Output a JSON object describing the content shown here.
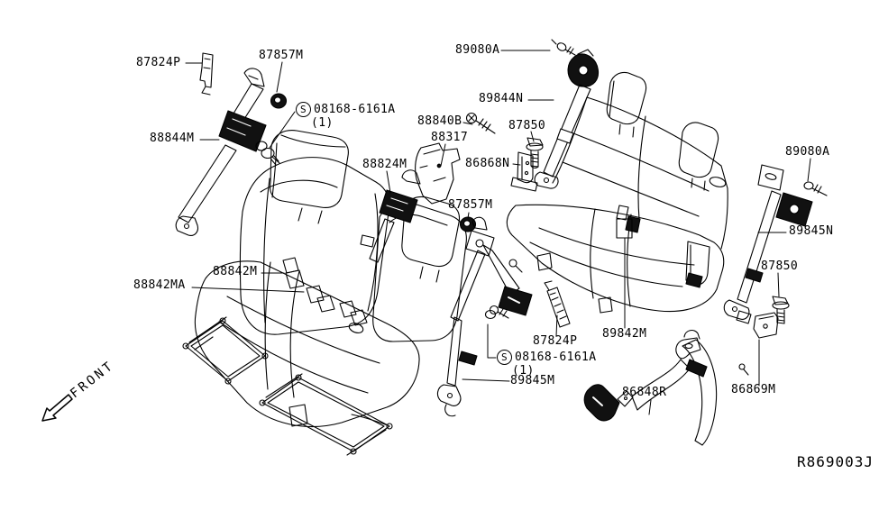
{
  "diagram_id": "R869003J",
  "front_label": "FRONT",
  "hardware_note": {
    "symbol": "S",
    "code": "08168-6161A",
    "qty": "(1)"
  },
  "parts": {
    "n87824P": "87824P",
    "n87857M": "87857M",
    "n89080A": "89080A",
    "n89844N": "89844N",
    "n88844M": "88844M",
    "n88840B": "88840B",
    "n88317": "88317",
    "n87850": "87850",
    "n86868N": "86868N",
    "n88824M": "88824M",
    "n89845N": "89845N",
    "n88842M": "88842M",
    "n88842MA": "88842MA",
    "n89842M": "89842M",
    "n89845M": "89845M",
    "n86848R": "86848R",
    "n86869M": "86869M"
  },
  "colors": {
    "line": "#000000",
    "background": "#ffffff"
  }
}
